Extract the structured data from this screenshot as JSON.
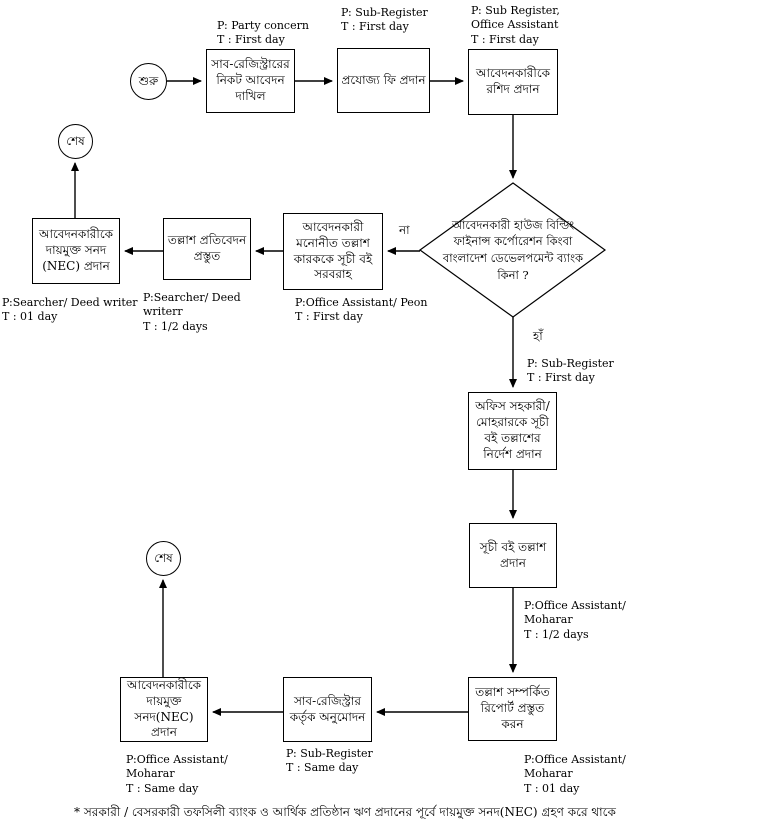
{
  "flowchart": {
    "start_label": "শুরু",
    "end_label_no_branch": "শেষ",
    "end_label_yes_branch": "শেষ",
    "nodes": {
      "submit_application": "সাব-রেজিস্ট্রারের\nনিকট আবেদন\nদাখিল",
      "pay_fee": "প্রযোজ্য ফি প্রদান",
      "give_receipt": "আবেদনকারীকে\nরশিদ প্রদান",
      "decision": "আবেদনকারী হাউজ বিল্ডিং\nফাইনান্স কর্পোরেশন কিংবা\nবাংলাদেশ ডেভেলপমেন্ট ব্যাংক\nকিনা ?",
      "supply_index_book": "আবেদনকারী\nমনোনীত তল্লাশ\nকারককে সূচী বই\nসরবরাহ",
      "prepare_search_report": "তল্লাশ প্রতিবেদন\nপ্রস্তুত",
      "issue_nec_no_branch": "আবেদনকারীকে\nদায়মুক্ত সনদ\n(NEC) প্রদান",
      "instruct_search": "অফিস সহকারী/\nমোহরারকে সূচী\nবই তল্লাশের\nনির্দেশ প্রদান",
      "search_index_book": "সূচী বই তল্লাশ\nপ্রদান",
      "prepare_report": "তল্লাশ সম্পর্কিত\nরিপোর্ট প্রস্তুত\nকরন",
      "approval": "সাব-রেজিস্ট্রার\nকর্তৃক অনুমোদন",
      "issue_nec_yes_branch": "আবেদনকারীকে\nদায়মুক্ত\nসনদ(NEC)\nপ্রদান"
    },
    "branch_labels": {
      "no": "না",
      "yes": "হাঁ"
    },
    "annotations": {
      "party_concern": "P: Party concern\nT : First day",
      "sub_register_first_top": "P: Sub-Register\nT : First day",
      "sub_register_office": "P: Sub Register,\nOffice Assistant\nT : First day",
      "office_assistant_peon": "P:Office Assistant/ Peon\nT : First day",
      "searcher_deed_half": "P:Searcher/ Deed\nwriterr\nT : 1/2 days",
      "searcher_deed_01": "P:Searcher/ Deed writer\nT : 01 day",
      "sub_register_yes": "P: Sub-Register\nT : First day",
      "office_moharar_half": "P:Office Assistant/\nMoharar\nT : 1/2 days",
      "office_moharar_01": "P:Office Assistant/\nMoharar\nT : 01 day",
      "sub_register_same": "P: Sub-Register\nT : Same day",
      "office_moharar_same": "P:Office Assistant/\nMoharar\nT : Same day"
    },
    "footnote": "* সরকারী / বেসরকারী তফসিলী ব্যাংক ও আর্থিক প্রতিষ্ঠান ঋণ প্রদানের পূর্বে দায়মুক্ত সনদ(NEC) গ্রহণ করে থাকে",
    "colors": {
      "line": "#000000",
      "background": "#ffffff",
      "text": "#000000"
    }
  }
}
